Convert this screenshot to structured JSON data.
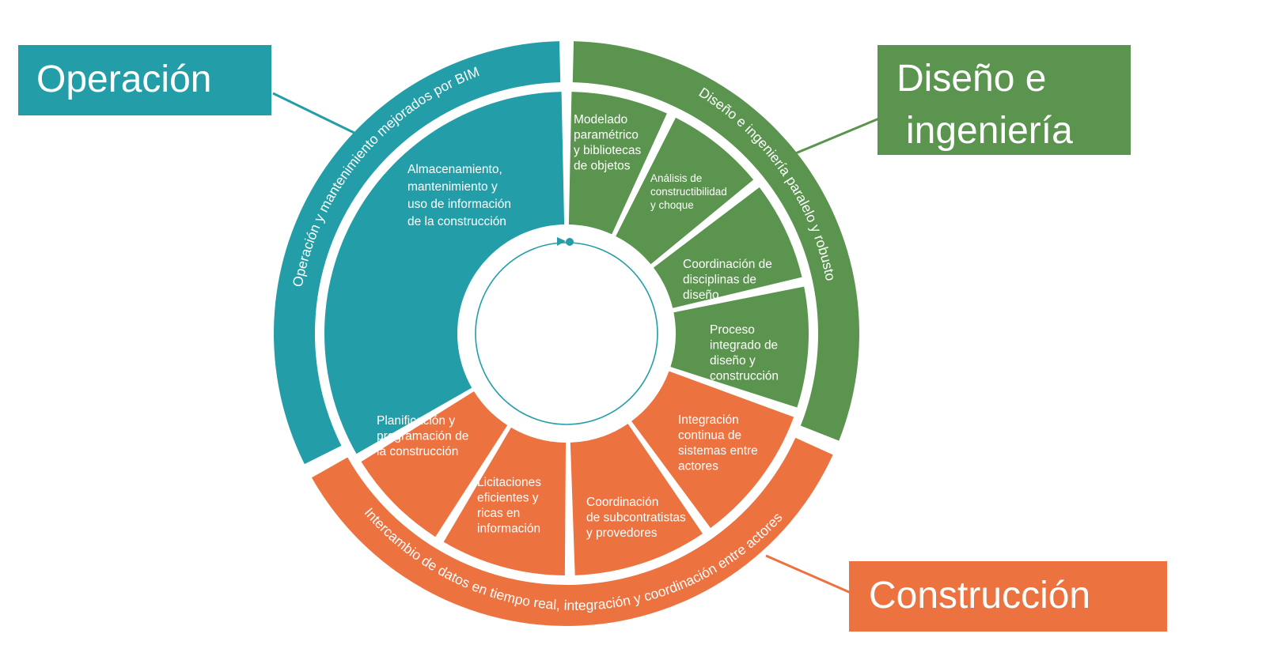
{
  "colors": {
    "operation": "#239ea8",
    "design": "#5a944e",
    "construction": "#ec7240",
    "background": "#ffffff"
  },
  "phases": {
    "operation": {
      "title": "Operación",
      "ring_label": "Operación y mantenimiento mejorados por BIM",
      "segments": [
        [
          "Almacenamiento,",
          "mantenimiento y",
          "uso de información",
          "de la construcción"
        ]
      ]
    },
    "design": {
      "title_lines": [
        "Diseño e",
        "ingeniería"
      ],
      "ring_label": "Diseño e ingeniería paralelo y robusto",
      "segments": [
        [
          "Modelado",
          "paramétrico",
          "y bibliotecas",
          "de objetos"
        ],
        [
          "Análisis de",
          "constructibilidad",
          "y choque"
        ],
        [
          "Coordinación de",
          "disciplinas de",
          "diseño"
        ],
        [
          "Proceso",
          "integrado de",
          "diseño y",
          "construcción"
        ]
      ]
    },
    "construction": {
      "title": "Construcción",
      "ring_label": "Intercambio de datos en tiempo real, integración y coordinación entre actores",
      "segments": [
        [
          "Integración",
          "continua de",
          "sistemas entre",
          "actores"
        ],
        [
          "Coordinación",
          "de subcontratistas",
          "y provedores"
        ],
        [
          "Licitaciones",
          "eficientes y",
          "ricas en",
          "información"
        ],
        [
          "Planificación y",
          "programación de",
          "la construcción"
        ]
      ]
    }
  }
}
